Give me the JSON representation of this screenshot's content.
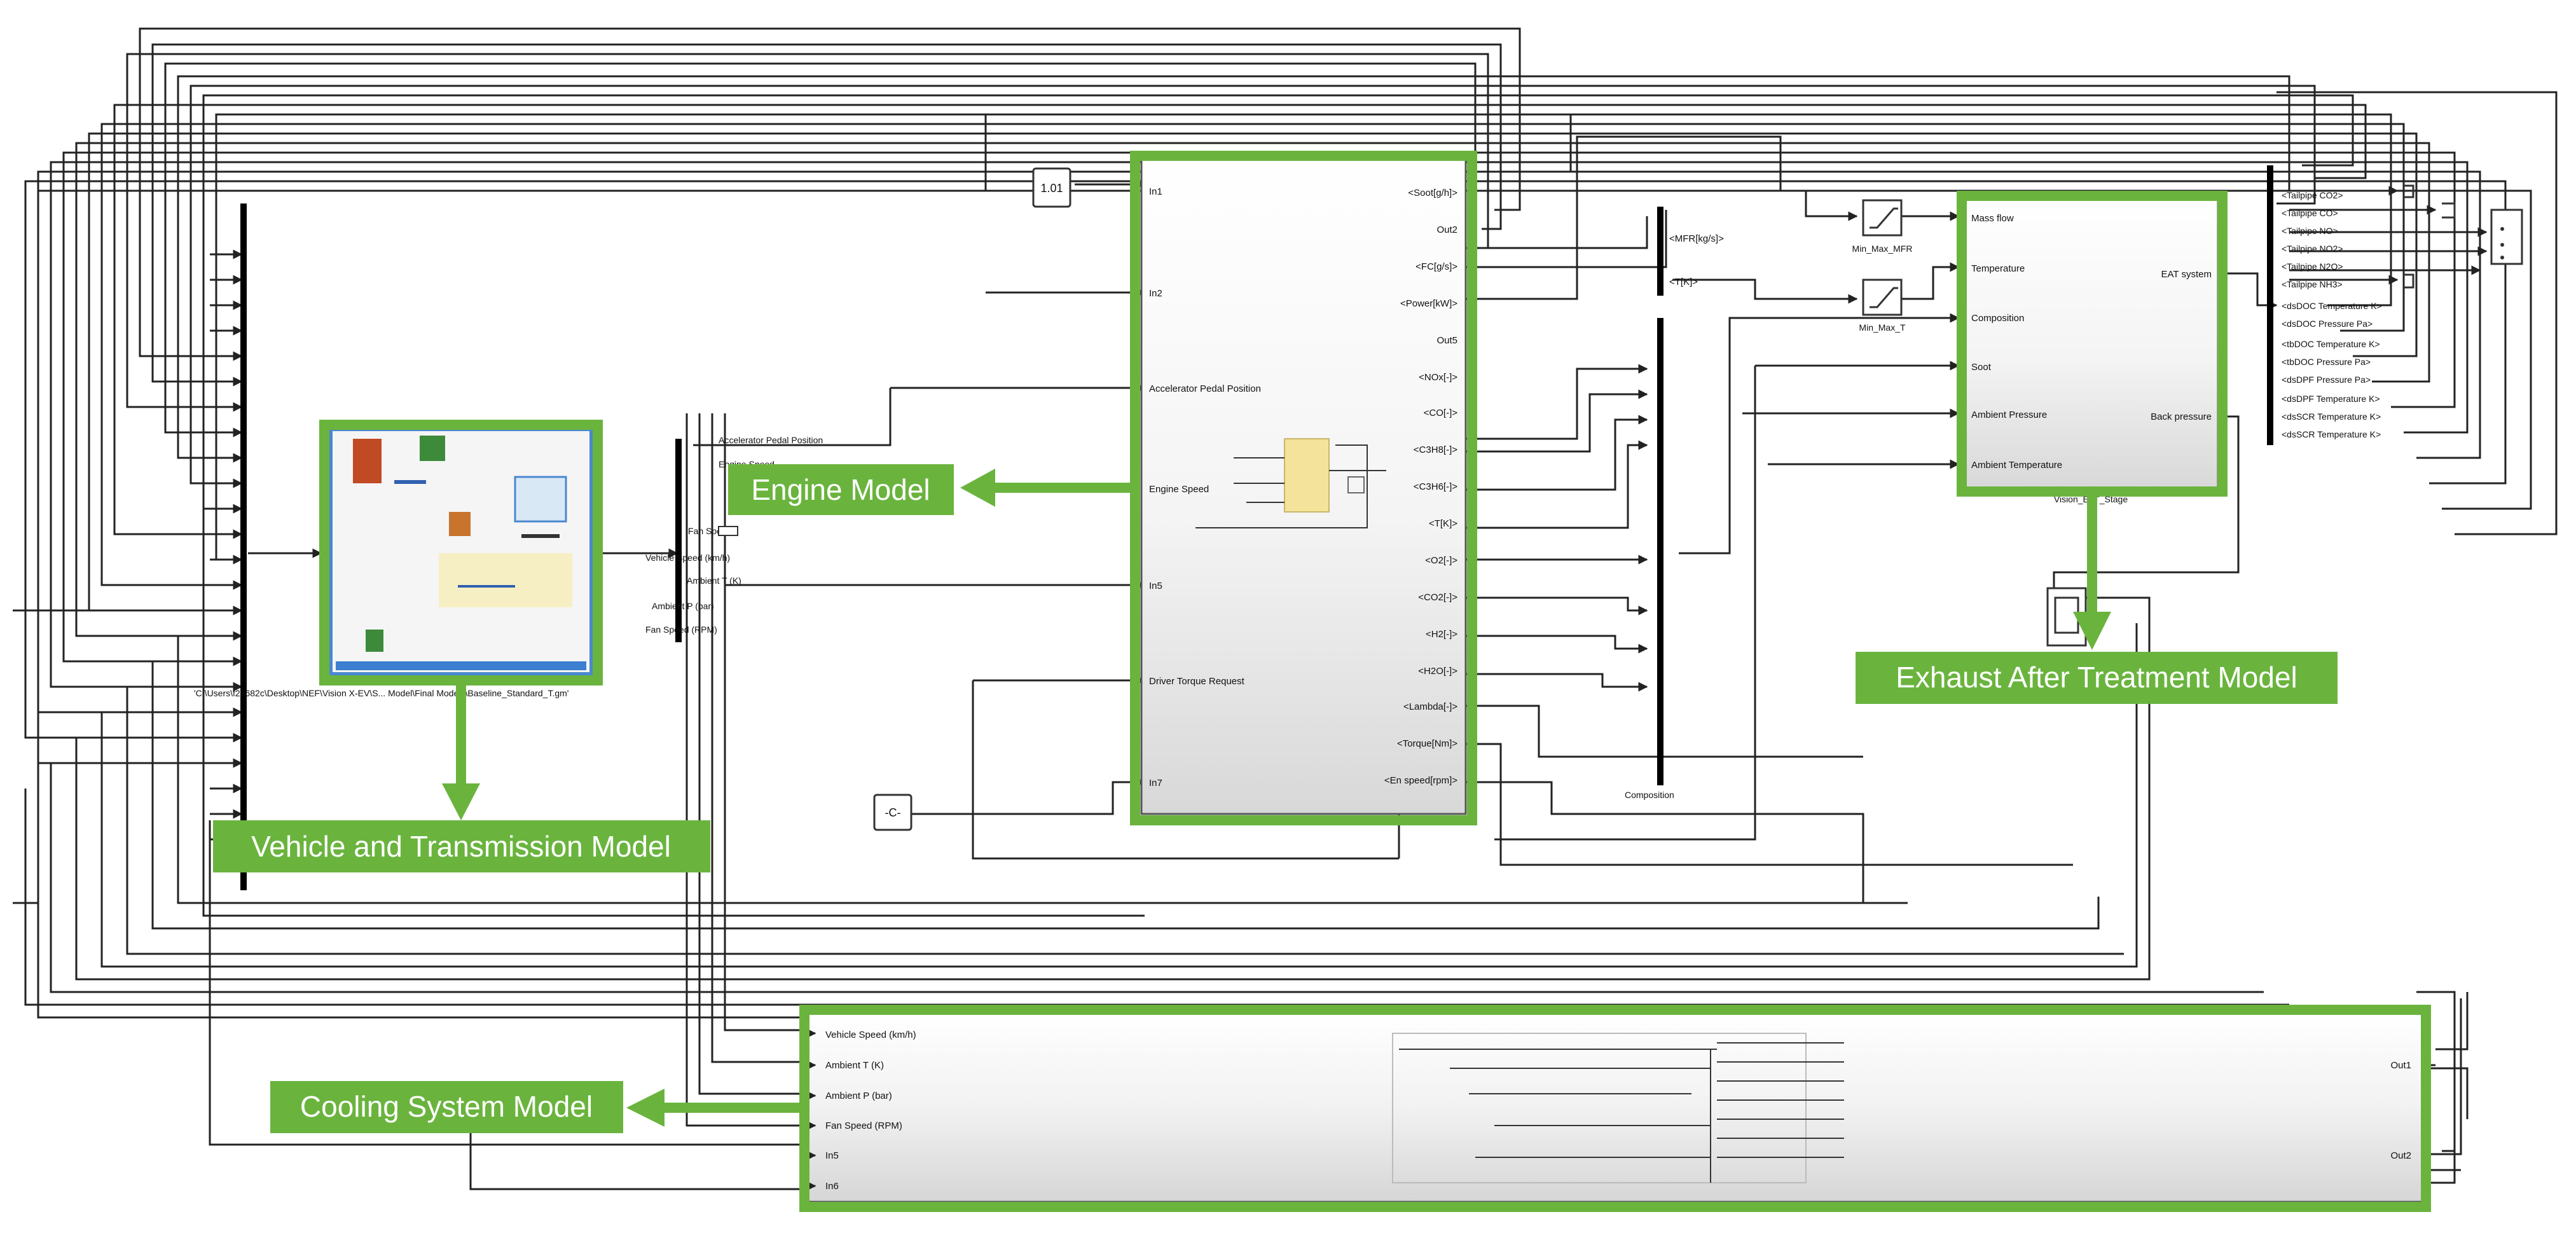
{
  "callouts": {
    "engine": "Engine Model",
    "vehicle": "Vehicle and Transmission Model",
    "exhaust": "Exhaust After Treatment Model",
    "cooling": "Cooling System Model"
  },
  "colors": {
    "accent_green": "#6ab43e",
    "wire": "#222222",
    "block_fill": "#efefef"
  },
  "constants": {
    "c101": "1.01",
    "cC": "-C-"
  },
  "engine_block": {
    "inputs": [
      "In1",
      "In2",
      "Accelerator Pedal Position",
      "Engine Speed",
      "In5",
      "Driver Torque Request",
      "In7"
    ],
    "outputs": [
      "<Soot[g/h]>",
      "Out2",
      "<FC[g/s]>",
      "<Power[kW]>",
      "Out5",
      "<NOx[-]>",
      "<CO[-]>",
      "<C3H8[-]>",
      "<C3H6[-]>",
      "<T[K]>",
      "<O2[-]>",
      "<CO2[-]>",
      "<H2[-]>",
      "<H2O[-]>",
      "<Lambda[-]>",
      "<Torque[Nm]>",
      "<En speed[rpm]>"
    ]
  },
  "vehicle_bus_labels": [
    "Accelerator Pedal Position",
    "Engine Speed",
    "Fan Speed",
    "Vehicle Speed (km/h)",
    "Ambient T (K)",
    "Ambient P (bar)",
    "Fan Speed (RPM)"
  ],
  "vehicle_path": "'C:\\Users\\f28682c\\Desktop\\NEF\\Vision X-EV\\S... Model\\Final Models\\Baseline_Standard_T.gm'",
  "mfr_bus": [
    "<MFR[kg/s]>",
    "<T[K]>"
  ],
  "saturations": [
    "Min_Max_MFR",
    "Min_Max_T"
  ],
  "composition_label": "Composition",
  "eat_block": {
    "inputs": [
      "Mass flow",
      "Temperature",
      "Composition",
      "Soot",
      "Ambient Pressure",
      "Ambient Temperature"
    ],
    "outputs": [
      "EAT system",
      "Back pressure"
    ],
    "name": "Vision_EAT_Stage"
  },
  "eat_signals": [
    "<Tailpipe CO2>",
    "<Tailpipe CO>",
    "<Tailpipe NO>",
    "<Tailpipe NO2>",
    "<Tailpipe N2O>",
    "<Tailpipe NH3>",
    "<dsDOC Temperature K>",
    "<dsDOC Pressure Pa>",
    "<tbDOC Temperature K>",
    "<tbDOC Pressure Pa>",
    "<dsDPF Pressure Pa>",
    "<dsDPF Temperature K>",
    "<dsSCR Temperature K>",
    "<dsSCR Temperature K>"
  ],
  "cooling_block": {
    "inputs": [
      "Vehicle Speed (km/h)",
      "Ambient T (K)",
      "Ambient P (bar)",
      "Fan Speed (RPM)",
      "In5",
      "In6"
    ],
    "outputs": [
      "Out1",
      "Out2"
    ]
  }
}
